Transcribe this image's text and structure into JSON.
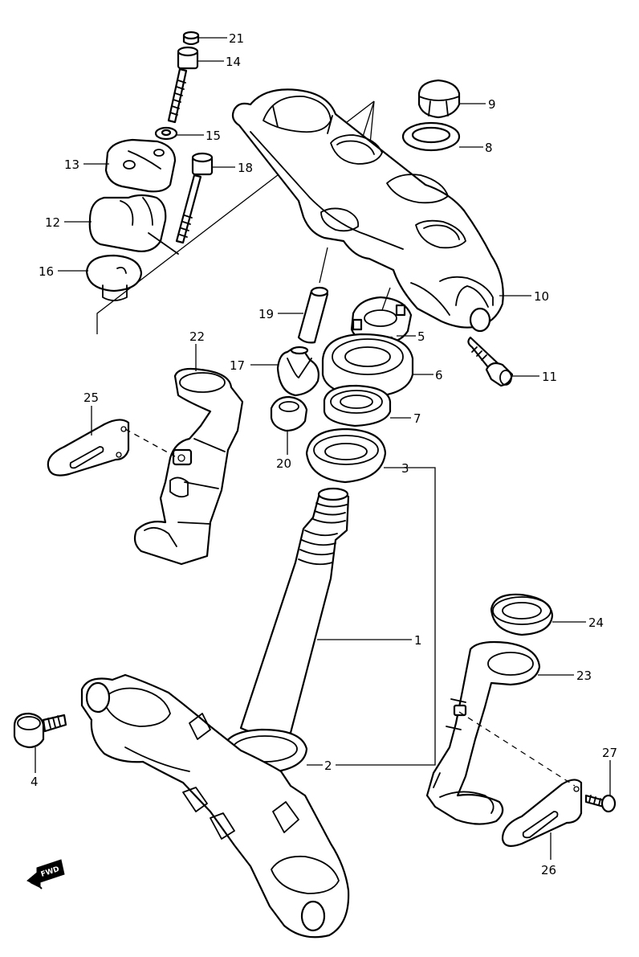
{
  "diagram": {
    "fwd_badge": "FWD",
    "labels": {
      "p1": "1",
      "p2": "2",
      "p3": "3",
      "p4": "4",
      "p5": "5",
      "p6": "6",
      "p7": "7",
      "p8": "8",
      "p9": "9",
      "p10": "10",
      "p11": "11",
      "p12": "12",
      "p13": "13",
      "p14": "14",
      "p15": "15",
      "p16": "16",
      "p17": "17",
      "p18": "18",
      "p19": "19",
      "p20": "20",
      "p21": "21",
      "p22": "22",
      "p23": "23",
      "p24": "24",
      "p25": "25",
      "p26": "26",
      "p27": "27"
    }
  }
}
